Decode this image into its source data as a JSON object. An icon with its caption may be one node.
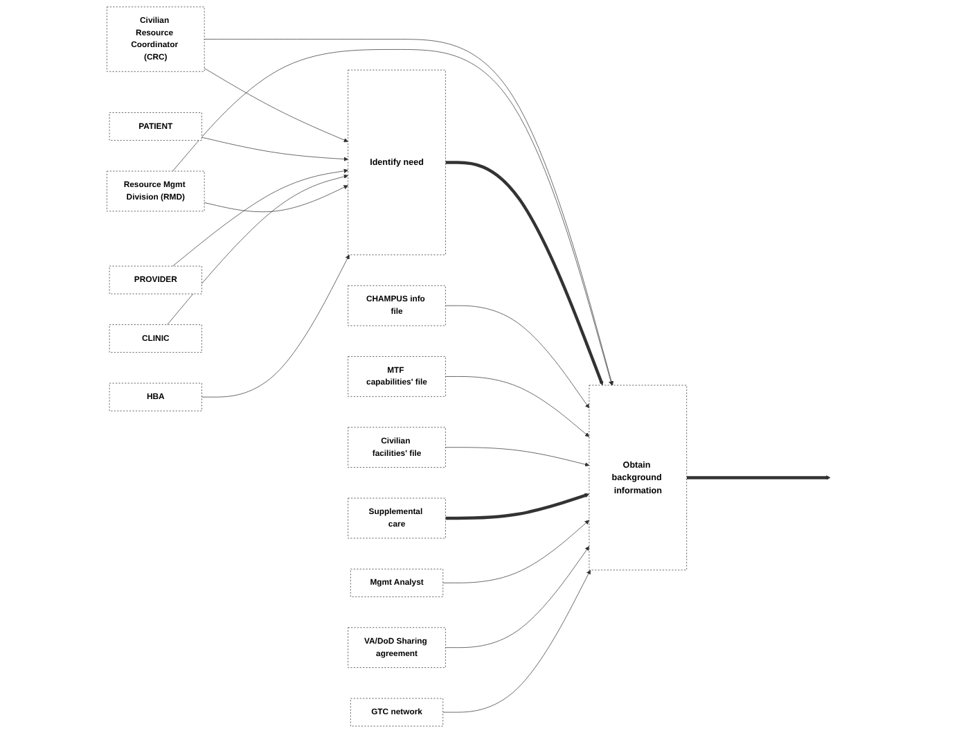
{
  "diagram": {
    "nodes": [
      {
        "text": [
          "Civilian Resource Coordinator (CRC)"
        ]
      },
      {
        "text": [
          "PATIENT"
        ]
      },
      {
        "text": [
          "Identify need"
        ]
      },
      {
        "text": [
          "Resource Mgmt Division (RMD)"
        ]
      },
      {
        "text": [
          "PROVIDER"
        ]
      },
      {
        "text": [
          "CLINIC"
        ]
      },
      {
        "text": [
          "HBA"
        ]
      },
      {
        "text": [
          "Obtain background information"
        ]
      },
      {
        "text": [
          "CHAMPUS info file"
        ]
      },
      {
        "text": [
          "MTF capabilities' file"
        ]
      },
      {
        "text": [
          "Civilian facilities' file"
        ]
      },
      {
        "text": [
          "Supplemental care"
        ]
      },
      {
        "text": [
          "Mgmt Analyst"
        ]
      },
      {
        "text": [
          "VA/DoD Sharing agreement"
        ]
      },
      {
        "text": [
          "GTC network"
        ]
      }
    ],
    "edges": [
      {
        "from": 0,
        "to": 2,
        "arrow": "to"
      },
      {
        "from": 1,
        "to": 2,
        "arrow": "to"
      },
      {
        "from": 4,
        "to": 2,
        "arrow": "to"
      },
      {
        "from": 5,
        "to": 2,
        "arrow": "to"
      },
      {
        "from": 3,
        "to": 2,
        "arrow": "to"
      },
      {
        "from": 6,
        "to": 2,
        "arrow": "to"
      },
      {
        "from": 0,
        "to": 7,
        "arrow": "to"
      },
      {
        "from": 3,
        "to": 7,
        "arrow": "to"
      },
      {
        "from": 2,
        "to": 7,
        "arrow": "to",
        "style": "thick"
      },
      {
        "from": 8,
        "to": 7,
        "arrow": "to"
      },
      {
        "from": 9,
        "to": 7,
        "arrow": "to"
      },
      {
        "from": 10,
        "to": 7,
        "arrow": "to"
      },
      {
        "from": 11,
        "to": 7,
        "arrow": "to",
        "style": "thick"
      },
      {
        "from": 12,
        "to": 7,
        "arrow": "to"
      },
      {
        "from": 13,
        "to": 7,
        "arrow": "to"
      },
      {
        "from": 14,
        "to": 7,
        "arrow": "to"
      },
      {
        "from": 7,
        "to": null,
        "arrow": "to",
        "style": "thick"
      }
    ]
  }
}
